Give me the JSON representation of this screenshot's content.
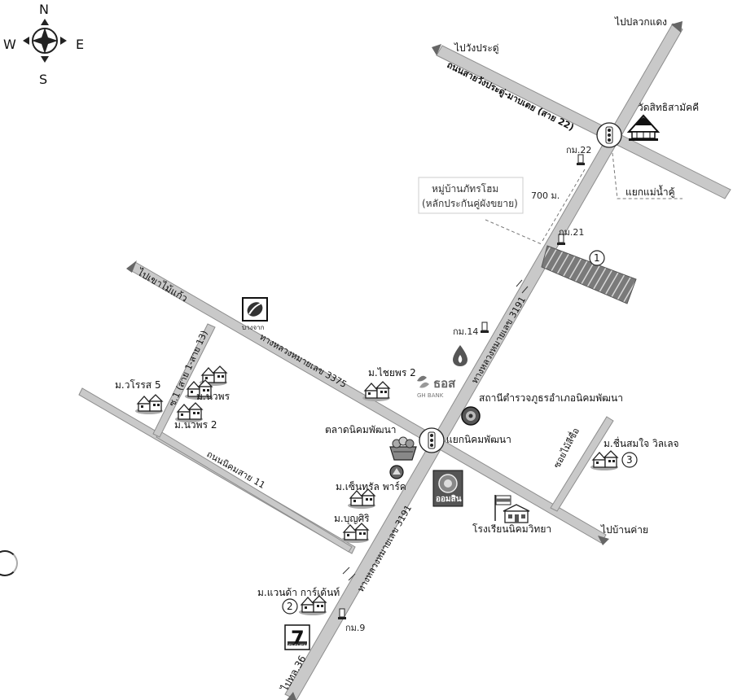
{
  "compass": {
    "n": "N",
    "s": "S",
    "e": "E",
    "w": "W"
  },
  "directions": {
    "pluak_daeng": "ไปปลวกแดง",
    "wang_pradu": "ไปวังประดู่",
    "khao_mai_kaeo": "ไปเขาไม้แก้ว",
    "ban_khai": "ไปบ้านค่าย",
    "highway_36": "ไปทล.36"
  },
  "roads": {
    "road_wang_pradu": "ถนนสายวังประดู่-มาบเตย (สาย 22)",
    "hwy_3375": "ทางหลวงหมายเลข 3375",
    "hwy_3191_upper": "ทางหลวงหมายเลข 3191",
    "hwy_3191_lower": "ทางหลวงหมายเลข 3191",
    "road_sai_13": "ซ.1 (สาย 1-สาย 13)",
    "road_sai_11": "ถนนนิคมสาย 11",
    "soi_mai_si_sue": "ซอยไม้สีซื่อ"
  },
  "km_markers": {
    "km22": "กม.22",
    "km21": "กม.21",
    "km14": "กม.14",
    "km9": "กม.9"
  },
  "distance": "700 ม.",
  "project_label": {
    "line1": "หมู่บ้านภัทรโฮม",
    "line2": "(หลักประกันคู่ผังขยาย)"
  },
  "places": {
    "wat": "วัดสิทธิสามัคคี",
    "intersection_mae_nam_khu": "แยกแม่น้ำคู้",
    "police": "สถานีตำรวจภูธรอำเภอนิคมพัฒนา",
    "intersection_nikhom": "แยกนิคมพัฒนา",
    "market": "ตลาดนิคมพัฒนา",
    "school": "โรงเรียนนิคมวิทยา"
  },
  "villages": {
    "chaiyaporn": "ม.ไชยพร 2",
    "worarot": "ม.วโรรส 5",
    "nawaporn": "ม.นวพร",
    "nawaporn2": "ม.นวพร 2",
    "central_park": "ม.เซ็นทรัล พาร์ค",
    "boonsiri": "ม.บุญศิริ",
    "wanda": "ม.แวนด้า การ์เด้นท์",
    "chuensomjai": "ม.ชื่นสมใจ วิลเลจ"
  },
  "logos": {
    "bangchak": "บางจาก",
    "ghb": "ธอส",
    "ghb_sub": "GH BANK",
    "gsb": "ออมสิน",
    "seven": "7",
    "seven_sub": "ELEVEN"
  },
  "numbered": {
    "n1": "1",
    "n2": "2",
    "n3": "3"
  },
  "colors": {
    "road": "#c9c9c9",
    "road_edge": "#8d8d8d",
    "hatch": "#777777",
    "background": "#ffffff"
  },
  "icons": [
    "compass-rose-icon",
    "traffic-light-icon",
    "km-post-icon",
    "temple-icon",
    "house-icon",
    "flag-icon",
    "fuel-drop-icon",
    "bank-icon",
    "seal-icon",
    "convenience-store-icon"
  ]
}
